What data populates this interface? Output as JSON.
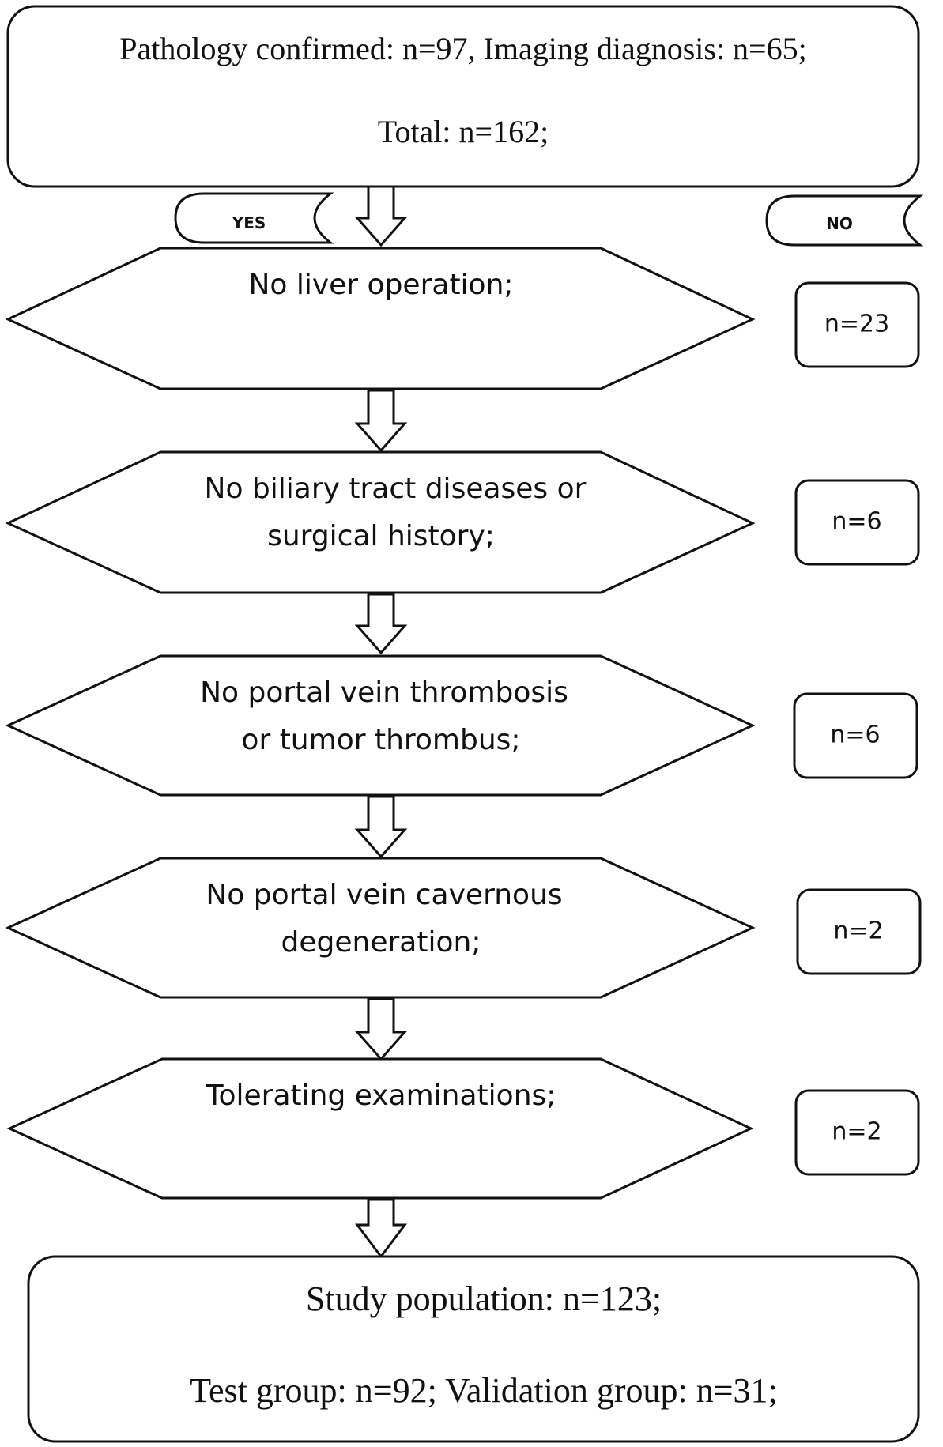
{
  "top_box": {
    "line1": "Pathology confirmed: n=97, Imaging diagnosis: n=65;",
    "line2": "Total: n=162;"
  },
  "branch_labels": {
    "yes": "YES",
    "no": "NO"
  },
  "steps": [
    {
      "line1": "No liver operation;",
      "line2": "",
      "excluded": "n=23"
    },
    {
      "line1": "No biliary tract diseases or",
      "line2": "surgical history;",
      "excluded": "n=6"
    },
    {
      "line1": "No portal vein thrombosis",
      "line2": "or tumor thrombus;",
      "excluded": "n=6"
    },
    {
      "line1": "No portal vein cavernous",
      "line2": "degeneration;",
      "excluded": "n=2"
    },
    {
      "line1": "Tolerating examinations;",
      "line2": "",
      "excluded": "n=2"
    }
  ],
  "bottom_box": {
    "line1": "Study population: n=123;",
    "line2": "Test group: n=92; Validation group: n=31;"
  }
}
